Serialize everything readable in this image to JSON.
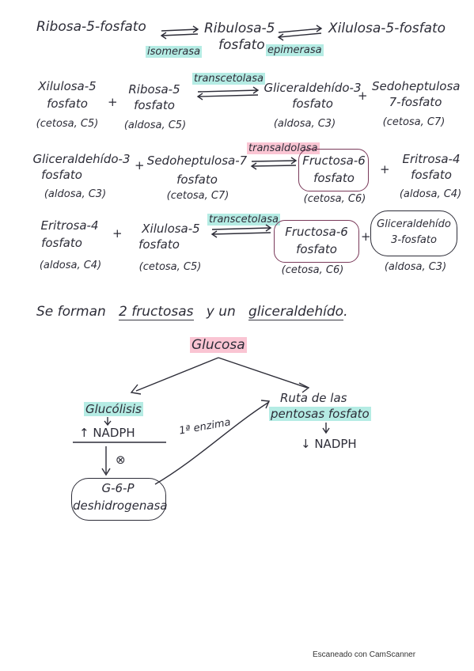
{
  "row1": {
    "left": "Ribosa-5-fosfato",
    "middle_top": "Ribulosa-5",
    "middle_bottom": "fosfato",
    "right": "Xilulosa-5-fosfato",
    "enzyme_left": "isomerasa",
    "enzyme_right": "epimerasa"
  },
  "row2": {
    "enzyme": "transcetolasa",
    "a_line1": "Xilulosa-5",
    "a_line2": "fosfato",
    "a_type": "(cetosa, C5)",
    "b_line1": "Ribosa-5",
    "b_line2": "fosfato",
    "b_type": "(aldosa, C5)",
    "c_line1": "Gliceraldehído-3",
    "c_line2": "fosfato",
    "c_type": "(aldosa, C3)",
    "d_line1": "Sedoheptulosa",
    "d_line2": "7-fosfato",
    "d_type": "(cetosa, C7)",
    "plus": "+"
  },
  "row3": {
    "enzyme": "transaldolasa",
    "a_line1": "Gliceraldehído-3",
    "a_line2": "fosfato",
    "a_type": "(aldosa, C3)",
    "b_line1": "Sedoheptulosa-7",
    "b_line2": "fosfato",
    "b_type": "(cetosa, C7)",
    "c_line1": "Fructosa-6",
    "c_line2": "fosfato",
    "c_type": "(cetosa, C6)",
    "d_line1": "Eritrosa-4",
    "d_line2": "fosfato",
    "d_type": "(aldosa, C4)",
    "plus": "+"
  },
  "row4": {
    "enzyme": "transcetolasa",
    "a_line1": "Eritrosa-4",
    "a_line2": "fosfato",
    "a_type": "(aldosa, C4)",
    "b_line1": "Xilulosa-5",
    "b_line2": "fosfato",
    "b_type": "(cetosa, C5)",
    "c_line1": "Fructosa-6",
    "c_line2": "fosfato",
    "c_type": "(cetosa, C6)",
    "d_line1": "Gliceraldehído",
    "d_line2": "3-fosfato",
    "d_type": "(aldosa, C3)",
    "plus": "+"
  },
  "summary": {
    "prefix": "Se forman",
    "fructosas": "2 fructosas",
    "middle": "y un",
    "gliceraldehido": "gliceraldehído",
    "end": "."
  },
  "diagram": {
    "glucosa": "Glucosa",
    "glucolisis": "Glucólisis",
    "nadph_up": "↑ NADPH",
    "inhibit": "⊗",
    "g6p_line1": "G-6-P",
    "g6p_line2": "deshidrogenasa",
    "first_enzyme": "1ª enzima",
    "ruta_line1": "Ruta de las",
    "ruta_line2": "pentosas fosfato",
    "nadph_down": "↓ NADPH"
  },
  "footer": "Escaneado con CamScanner"
}
